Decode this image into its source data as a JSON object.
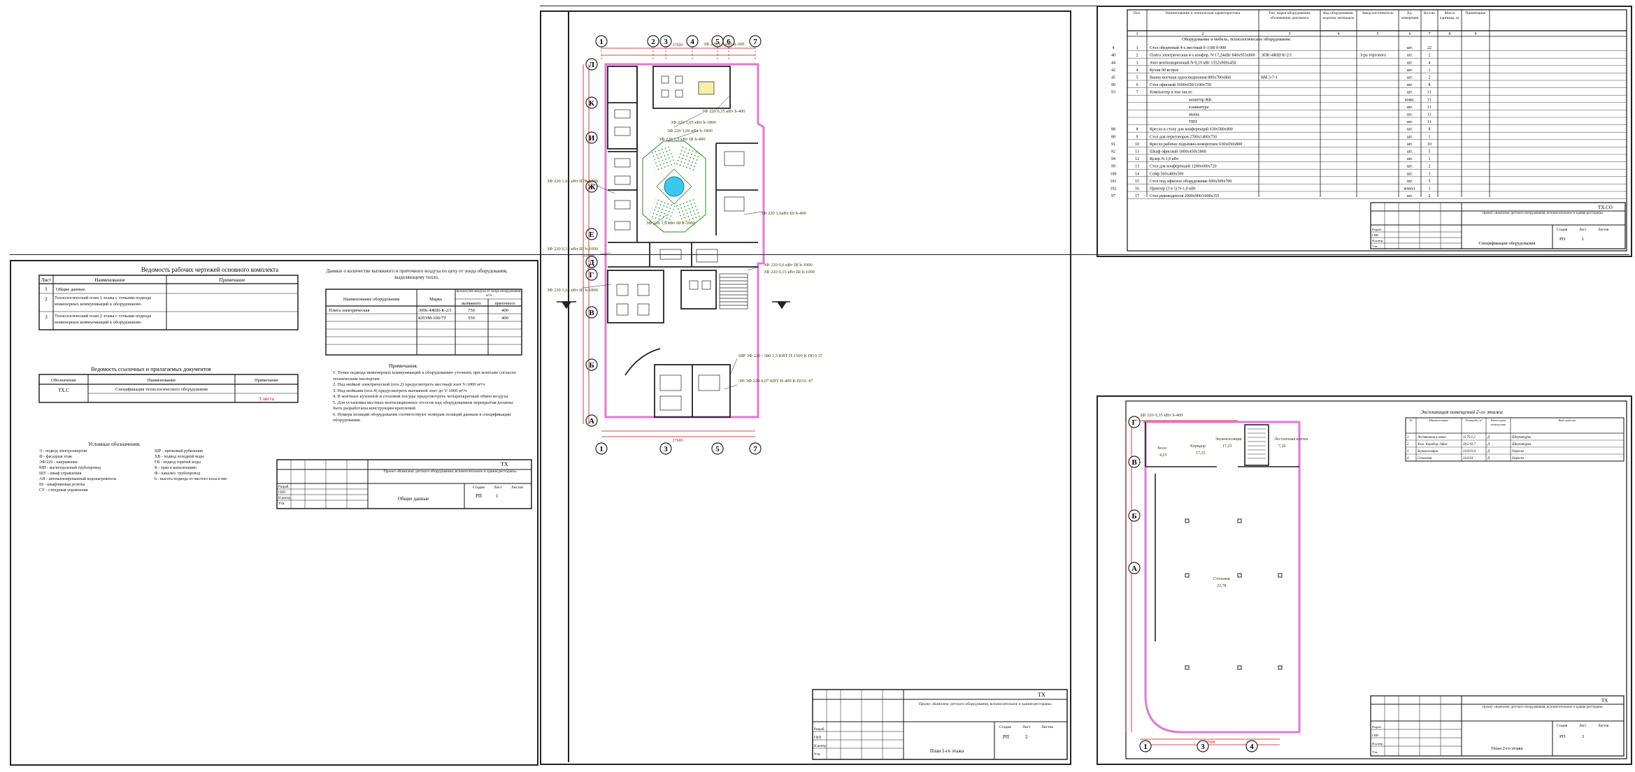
{
  "sheet1": {
    "drawings_table": {
      "title": "Ведомость рабочих чертежей основного комплекта",
      "headers": [
        "Лист",
        "Наименование",
        "Примечание"
      ],
      "rows": [
        {
          "n": "1",
          "name": "Общие данные.",
          "note": ""
        },
        {
          "n": "2",
          "name": "Технологический план 1 этажа с точками подвода инженерных коммуникаций к оборудованию",
          "note": ""
        },
        {
          "n": "3",
          "name": "Технологический план 2 этажа с точками подвода инженерных коммуникаций к оборудованию",
          "note": ""
        }
      ]
    },
    "docs_table": {
      "title": "Ведомость ссылочных и прилагаемых документов",
      "headers": [
        "Обозначение",
        "Наименование",
        "Примечание"
      ],
      "rows": [
        {
          "code": "ТХ.С",
          "name": "Спецификация технологического оборудования",
          "note": "3 листа"
        }
      ]
    },
    "air_table": {
      "title": "Данные о количестве вытяжного и приточного воздуха по цеху от зонда оборудования, выделяющему тепло.",
      "headers": [
        "Наименование оборудования",
        "Марка",
        "Количество воздуха от зонда оборудования, м³/ч",
        "вытяжного",
        "приточного"
      ],
      "rows": [
        {
          "name": "Плита электрическая",
          "mark": "ЭПК-4ЖШ-К-2/1",
          "out": "750",
          "in": "400"
        },
        {
          "name": "",
          "mark": "КПЭМ-100/7Т",
          "out": "550",
          "in": "400"
        }
      ]
    },
    "notes": {
      "title": "Примечания.",
      "items": [
        "1. Точки подвода инженерных коммуникаций к оборудованию уточнить при монтаже согласно техническим паспортам.",
        "2. Над мойкой электрической (поз.2) предусмотреть местный зонт V-1000 м³/ч",
        "3. Над мойками (поз.4) предусмотреть вытяжной зонт до V-1000 м³/ч",
        "4. В моечных кухонной и столовой посуды предусмотреть четырехкратный обмен воздуха",
        "5. Для установки местных вентиляционных отсосов над оборудованием перекрытия должны быть разработаны конструкции креплений",
        "6. Номера позиций оборудования соответствуют номерам позиций данным в спецификации оборудования."
      ]
    },
    "legend": {
      "title": "Условные обозначения:",
      "col1": [
        "Э - подвод электроэнергии",
        "Ф - фасадная этаж",
        "ЭФ/220 - напряжение",
        "МН - магистральный трубопровод",
        "ШУ - шкаф управления",
        "АН - автоматизированный водонагреватель",
        "Ш - шкафчиковая розетка",
        "СУ - стендовая управления"
      ],
      "col2": [
        "ШР - щитковый рубильник",
        "ХВ - подвод холодной воды",
        "ГВ - подвод горячей воды",
        "К - трап в канализацию",
        "Ф - канализ. трубопровод",
        "h - высота подвода от чистого пола в мм"
      ]
    },
    "stamp": {
      "code": "ТХ",
      "project": "Проект «Комплекс детского оборудования, вспомогательное и здания ресторана»",
      "stage": "РП",
      "sheet": "1",
      "sheet_title": "Общие данные",
      "labels": [
        "Стадия",
        "Лист",
        "Листов"
      ],
      "rows": [
        "Разраб.",
        "ГИП",
        "Н.контр.",
        "Утв."
      ]
    }
  },
  "sheet2": {
    "axes_top": [
      "1",
      "2",
      "3",
      "4",
      "5",
      "6",
      "7"
    ],
    "axes_left": [
      "Л",
      "К",
      "И",
      "Ж",
      "Е",
      "Д",
      "Г",
      "В",
      "Б",
      "А"
    ],
    "axes_bottom": [
      "1",
      "3",
      "5",
      "7"
    ],
    "overall_dim": "27600",
    "callouts": [
      "3Ф 220 1,0 кВт h-300",
      "3Ф 220 1,05 кВт h-1800",
      "3Ф 220 0,35 кВт h-400",
      "3Ф 220 1,06 кВт h-1800",
      "3Ф 220 1,5 кВт Ш h-400",
      "3Ф 220 1,6кВт Ш h-400",
      "3Ф 220 1,0 кВт Ш h-1000",
      "3Ф 220 1,65 кВт Ш h-1800",
      "3Ф 220 0,15 кВт Ш h-1000",
      "3Ф 220 0,6 кВт Ш h-1000",
      "3Ф 220 0,15 кВт Ш h-1000",
      "3Ф 220 1,65 кВт Ш h-1800",
      "ШР 3Ф 220 / 380 1,5 КВТ Н-1500 К ПОЗ 37",
      "ЭП 3Ф 220 0,07 КВТ Н-400 К ПОЗ- 47"
    ],
    "stamp": {
      "code": "ТХ",
      "project": "Проект «Комплекс детского оборудования, вспомогательное и здания ресторана»",
      "stage": "РП",
      "sheet": "2",
      "sheet_title": "План 1-го этажа",
      "labels": [
        "Стадия",
        "Лист",
        "Листов"
      ],
      "rows": [
        "Разраб.",
        "ГИП",
        "Н.контр.",
        "Утв."
      ]
    }
  },
  "sheet3": {
    "headers": [
      "Поз.",
      "Наименование и техническая характеристика",
      "Тип, марка оборудования, обозначение документа",
      "Код оборудования, изделия, материала",
      "Завод-изготовитель",
      "Ед. измерения",
      "Кол-во",
      "Масса единицы, кг",
      "Примечание"
    ],
    "col_numbers": [
      "1",
      "2",
      "3",
      "4",
      "5",
      "6",
      "7",
      "8",
      "9"
    ],
    "group_title": "Оборудование и мебель, технологическое оборудование.",
    "rows": [
      {
        "left": "4",
        "pos": "1",
        "name": "Стол обеденный 4-х местный   б-1100  б-900",
        "mark": "",
        "maker": "",
        "unit": "шт.",
        "qty": "22"
      },
      {
        "left": "40",
        "pos": "2",
        "name": "Плита электрическая 4-х конфор. N-17,24кВт  840х953х860",
        "mark": "ЭПК-4ЖШ-К-2/1",
        "maker": "Э-ра торгового",
        "unit": "шт.",
        "qty": "2"
      },
      {
        "left": "44",
        "pos": "3",
        "name": "Зонт вентиляционный   N-0,19 кВт 1552х900х450",
        "mark": "",
        "maker": "",
        "unit": "шт.",
        "qty": "4"
      },
      {
        "left": "42",
        "pos": "4",
        "name": "Кухня 90 встрое",
        "mark": "",
        "maker": "",
        "unit": "шт.",
        "qty": "1"
      },
      {
        "left": "45",
        "pos": "5",
        "name": "Ванна моечная односекционная     800х700х860",
        "mark": "ВМ 3-7-1",
        "maker": "",
        "unit": "шт.",
        "qty": "2"
      },
      {
        "left": "90",
        "pos": "6",
        "name": "Стол офисный 1600х650/1100х750",
        "mark": "",
        "maker": "",
        "unit": "шт.",
        "qty": "8"
      },
      {
        "left": "93",
        "pos": "7",
        "name": "Компьютер    в том числе:",
        "mark": "",
        "maker": "",
        "unit": "шт.",
        "qty": "11"
      },
      {
        "left": "",
        "pos": "",
        "name": "монитор ЖК",
        "mark": "",
        "maker": "",
        "unit": "комп.",
        "qty": "11"
      },
      {
        "left": "",
        "pos": "",
        "name": "клавиатура",
        "mark": "",
        "maker": "",
        "unit": "шт.",
        "qty": "11"
      },
      {
        "left": "",
        "pos": "",
        "name": "мышь",
        "mark": "",
        "maker": "",
        "unit": "шт.",
        "qty": "11"
      },
      {
        "left": "",
        "pos": "",
        "name": "ТВЧ",
        "mark": "",
        "maker": "",
        "unit": "шт.",
        "qty": "11"
      },
      {
        "left": "88",
        "pos": "8",
        "name": "Кресло к столу для конференций  630х580х800",
        "mark": "",
        "maker": "",
        "unit": "шт.",
        "qty": "8"
      },
      {
        "left": "89",
        "pos": "9",
        "name": "Стол для переговоров  2700х1400х750",
        "mark": "",
        "maker": "",
        "unit": "шт.",
        "qty": "1"
      },
      {
        "left": "91",
        "pos": "10",
        "name": "Кресло рабочее подъёмно-поворотное  630х650х800",
        "mark": "",
        "maker": "",
        "unit": "шт.",
        "qty": "10"
      },
      {
        "left": "92",
        "pos": "11",
        "name": "Шкаф офисный  1000х450х1800",
        "mark": "",
        "maker": "",
        "unit": "шт.",
        "qty": "5"
      },
      {
        "left": "94",
        "pos": "12",
        "name": "Кулер  N-1,0 кВт",
        "mark": "",
        "maker": "",
        "unit": "шт.",
        "qty": "1"
      },
      {
        "left": "99",
        "pos": "13",
        "name": "Стол для конференций  1200х600х720",
        "mark": "",
        "maker": "",
        "unit": "шт.",
        "qty": "2"
      },
      {
        "left": "100",
        "pos": "14",
        "name": "Сейф  560х400х500",
        "mark": "",
        "maker": "",
        "unit": "шт.",
        "qty": "3"
      },
      {
        "left": "101",
        "pos": "15",
        "name": "Стол под офисное оборудование   600х500х700",
        "mark": "",
        "maker": "",
        "unit": "шт.",
        "qty": "5"
      },
      {
        "left": "102",
        "pos": "16",
        "name": "Принтер (3 в 1)  N-1,0 кВт",
        "mark": "",
        "maker": "",
        "unit": "компл.",
        "qty": "3"
      },
      {
        "left": "97",
        "pos": "17",
        "name": "Стол руководителя   2000х900/1600х355",
        "mark": "",
        "maker": "",
        "unit": "шт.",
        "qty": "2"
      }
    ],
    "stamp": {
      "code": "ТХ.СО",
      "project": "Проект «Комплекс детского оборудования, вспомогательное и здания ресторана»",
      "stage": "РП",
      "sheet": "1",
      "sheet_title": "Спецификация оборудования",
      "labels": [
        "Стадия",
        "Лист",
        "Листов"
      ],
      "rows": [
        "Разраб.",
        "ГИП",
        "Н.контр.",
        "Утв."
      ]
    }
  },
  "sheet4": {
    "axes_left": [
      "Г",
      "В",
      "Б",
      "А"
    ],
    "axes_bottom": [
      "1",
      "3",
      "4"
    ],
    "top_callout": "3Ф 220 0,35 кВт h-400",
    "rooms": [
      {
        "label": "Холл",
        "area": "4,25"
      },
      {
        "label": "Коридор",
        "area": "17,25"
      },
      {
        "label": "Звукоизоляция",
        "area": "17,25"
      },
      {
        "label": "Лестничная клетка",
        "area": "7,20"
      },
      {
        "label": "Столовая",
        "area": "22,78"
      }
    ],
    "explication": {
      "title": "Экспликация помещений 2-го этажа",
      "headers": [
        "№",
        "Наименование",
        "Площадь, м²",
        "Категория помещения",
        "Вид отделки"
      ],
      "rows": [
        {
          "n": "1",
          "name": "Лестничная клетка",
          "area": "11,75/1,2",
          "cat": "Д",
          "finish": "Штукатурка"
        },
        {
          "n": "2",
          "name": "Холл. Коридор. Офис",
          "area": "28,5/43,7",
          "cat": "Д",
          "finish": "Штукатурка"
        },
        {
          "n": "3",
          "name": "Звукоизоляция",
          "area": "24,9/19,4",
          "cat": "Д",
          "finish": "Окраска"
        },
        {
          "n": "4",
          "name": "Столовая",
          "area": "24,0/24",
          "cat": "Д",
          "finish": "Окраска"
        }
      ]
    },
    "overall_dim": "27600",
    "stamp": {
      "code": "ТХ",
      "project": "Проект «Комплекс детского оборудования, вспомогательное и здания ресторана»",
      "stage": "РП",
      "sheet": "3",
      "sheet_title": "План 2-го этажа",
      "labels": [
        "Стадия",
        "Лист",
        "Листов"
      ],
      "rows": [
        "Разраб.",
        "ГИП",
        "Н.контр.",
        "Утв."
      ]
    }
  },
  "colors": {
    "wall": "#e07ad6",
    "dim": "#c01010",
    "ink": "#111111",
    "fountain": "#3cc7ee",
    "pattern": "#2a8a2a"
  }
}
